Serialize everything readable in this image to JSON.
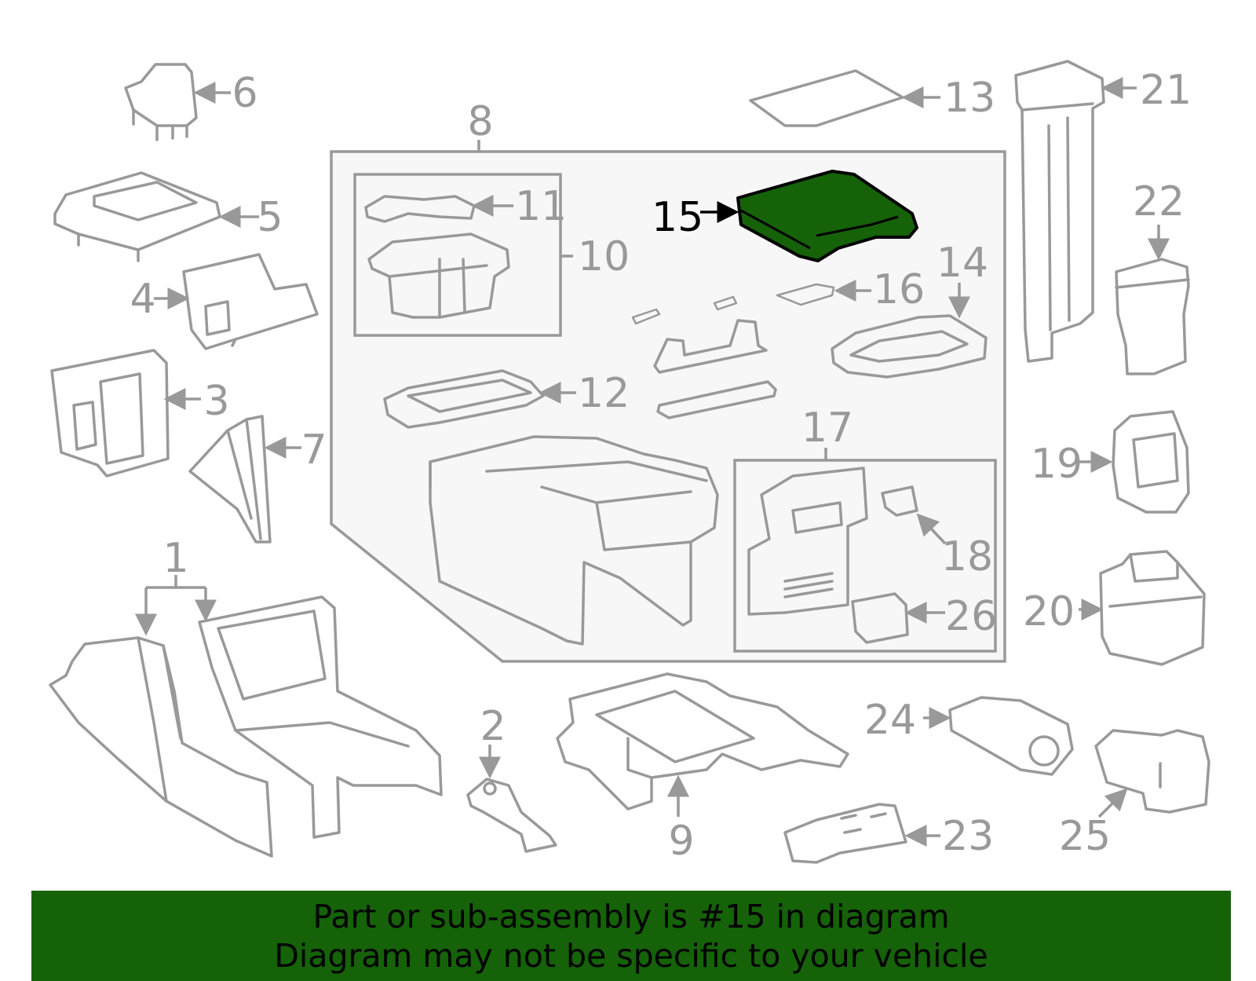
{
  "diagram": {
    "highlight_color": "#156208",
    "line_color": "#999999",
    "highlighted_part": "15",
    "part_labels": [
      "1",
      "2",
      "3",
      "4",
      "5",
      "6",
      "7",
      "8",
      "9",
      "10",
      "11",
      "12",
      "13",
      "14",
      "15",
      "16",
      "17",
      "18",
      "19",
      "20",
      "21",
      "22",
      "23",
      "24",
      "25",
      "26"
    ]
  },
  "banner": {
    "line1": "Part or sub-assembly is #15 in diagram",
    "line2": "Diagram may not be specific to your vehicle",
    "background": "#156208"
  }
}
